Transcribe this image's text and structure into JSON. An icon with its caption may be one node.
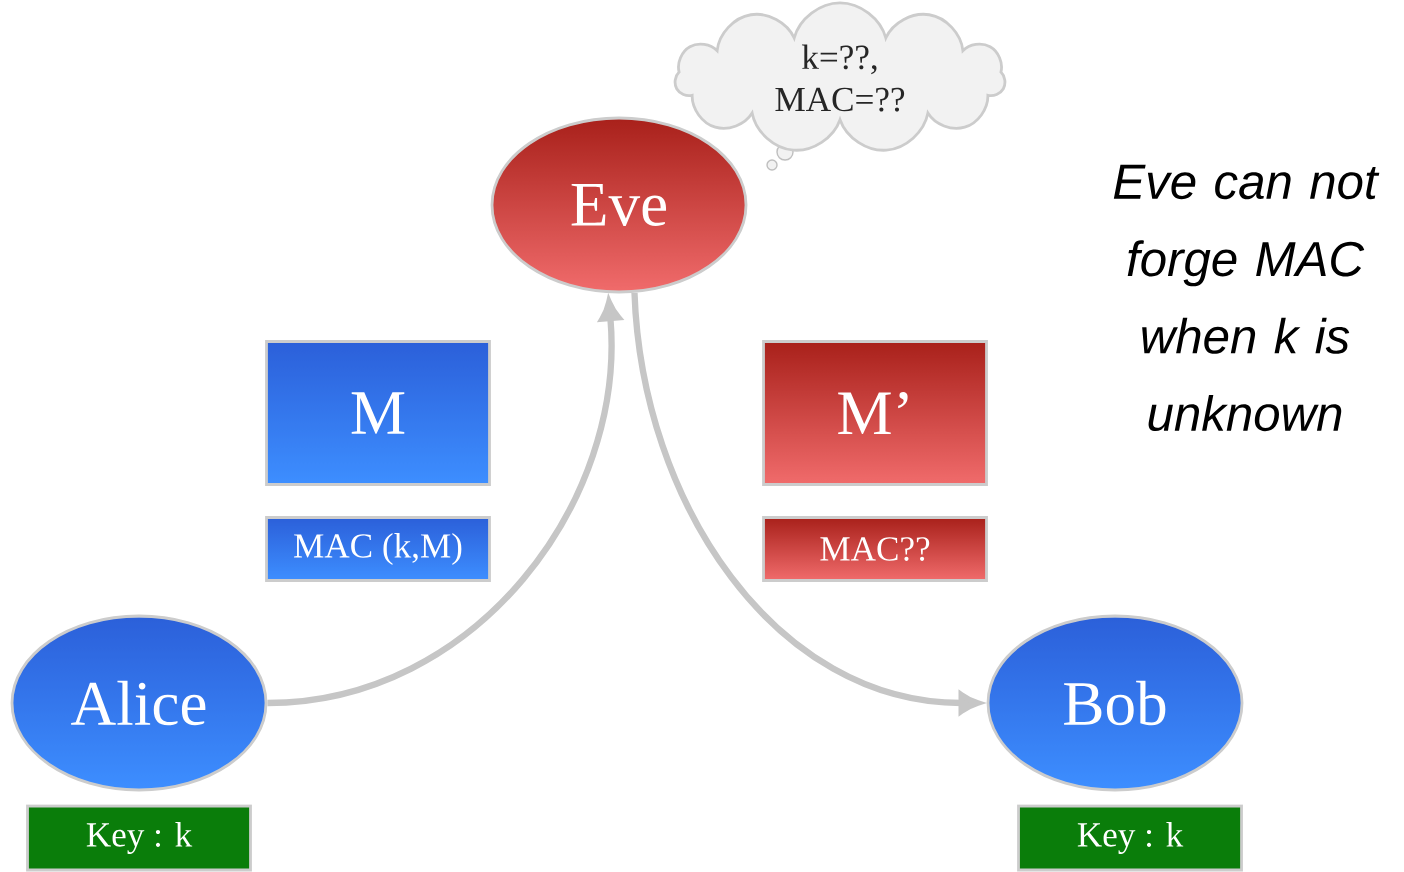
{
  "diagram": {
    "nodes": [
      {
        "text": [
          "Eve"
        ]
      },
      {
        "text": [
          "k=??, MAC=??"
        ]
      },
      {
        "text": [
          "M"
        ]
      },
      {
        "text": [
          "MAC (k,M)"
        ]
      },
      {
        "text": [
          "M’"
        ]
      },
      {
        "text": [
          "MAC??"
        ]
      },
      {
        "text": [
          "Alice"
        ]
      },
      {
        "text": [
          "Key : k"
        ]
      },
      {
        "text": [
          "Bob"
        ]
      },
      {
        "text": [
          "Key : k"
        ]
      }
    ],
    "edges": [
      {
        "from": 6,
        "to": 0,
        "arrow": "to"
      },
      {
        "from": 0,
        "to": 8,
        "arrow": "to"
      }
    ],
    "labels": [
      "Eve can not forge MAC when k is unknown"
    ]
  }
}
